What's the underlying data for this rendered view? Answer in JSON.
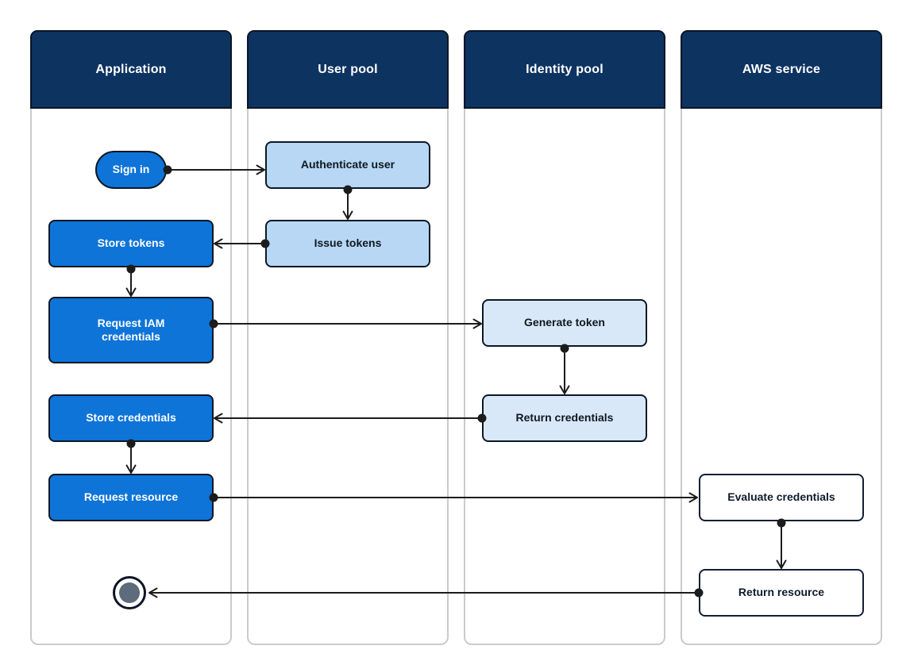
{
  "lanes": [
    {
      "title": "Application"
    },
    {
      "title": "User pool"
    },
    {
      "title": "Identity pool"
    },
    {
      "title": "AWS service"
    }
  ],
  "nodes": {
    "sign_in": {
      "label": "Sign in",
      "lane": "Application",
      "kind": "start"
    },
    "authenticate_user": {
      "label": "Authenticate user",
      "lane": "User pool",
      "kind": "process"
    },
    "issue_tokens": {
      "label": "Issue tokens",
      "lane": "User pool",
      "kind": "process"
    },
    "store_tokens": {
      "label": "Store tokens",
      "lane": "Application",
      "kind": "process"
    },
    "request_iam_credentials": {
      "label": "Request IAM credentials",
      "lane": "Application",
      "kind": "process"
    },
    "generate_token": {
      "label": "Generate token",
      "lane": "Identity pool",
      "kind": "process"
    },
    "return_credentials": {
      "label": "Return credentials",
      "lane": "Identity pool",
      "kind": "process"
    },
    "store_credentials": {
      "label": "Store credentials",
      "lane": "Application",
      "kind": "process"
    },
    "request_resource": {
      "label": "Request resource",
      "lane": "Application",
      "kind": "process"
    },
    "evaluate_credentials": {
      "label": "Evaluate credentials",
      "lane": "AWS service",
      "kind": "process"
    },
    "return_resource": {
      "label": "Return resource",
      "lane": "AWS service",
      "kind": "process"
    },
    "end_state": {
      "label": "",
      "lane": "Application",
      "kind": "end"
    }
  },
  "edges": [
    {
      "from": "sign_in",
      "to": "authenticate_user"
    },
    {
      "from": "authenticate_user",
      "to": "issue_tokens"
    },
    {
      "from": "issue_tokens",
      "to": "store_tokens"
    },
    {
      "from": "store_tokens",
      "to": "request_iam_credentials"
    },
    {
      "from": "request_iam_credentials",
      "to": "generate_token"
    },
    {
      "from": "generate_token",
      "to": "return_credentials"
    },
    {
      "from": "return_credentials",
      "to": "store_credentials"
    },
    {
      "from": "store_credentials",
      "to": "request_resource"
    },
    {
      "from": "request_resource",
      "to": "evaluate_credentials"
    },
    {
      "from": "evaluate_credentials",
      "to": "return_resource"
    },
    {
      "from": "return_resource",
      "to": "end_state"
    }
  ],
  "colors": {
    "lane_header_bg": "#0d3361",
    "lane_header_border": "#0a1626",
    "lane_border": "#cbcbcb",
    "process_primary_blue": "#0e74d8",
    "process_light_blue": "#b7d7f4",
    "process_lighter_blue": "#d9e8f8",
    "process_white": "#ffffff",
    "node_border": "#0b1826",
    "arrow": "#1c1c1c",
    "end_state_fill": "#5d6b7c",
    "text_on_dark": "#ffffff",
    "text_on_light": "#101820"
  }
}
